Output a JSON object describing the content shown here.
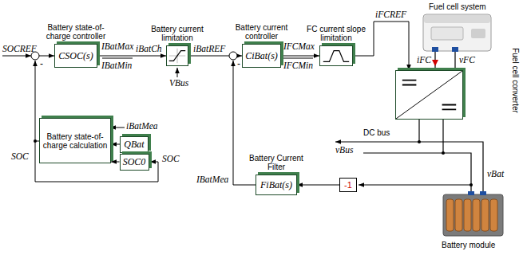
{
  "diagram": {
    "nodes": [
      {
        "text": [
          "Battery state-of-charge controller",
          "CSOC(s)"
        ]
      },
      {
        "text": [
          "Battery current limitation"
        ]
      },
      {
        "text": [
          "Battery current controller",
          "CiBat(s)"
        ]
      },
      {
        "text": [
          "FC current slope limitation"
        ]
      },
      {
        "text": [
          "Fuel cell converter"
        ]
      },
      {
        "text": [
          "Battery Current Filter",
          "FiBat(s)"
        ]
      },
      {
        "text": [
          "-1"
        ]
      },
      {
        "text": [
          "Battery state-of-charge calculation"
        ]
      },
      {
        "text": [
          "QBat"
        ]
      },
      {
        "text": [
          "SOC0"
        ]
      }
    ],
    "edges": [
      {
        "from": 0,
        "to": 1,
        "arrow": "to"
      },
      {
        "from": 1,
        "to": 2,
        "arrow": "to"
      },
      {
        "from": 2,
        "to": 3,
        "arrow": "to"
      },
      {
        "from": 3,
        "to": 4,
        "label": "iFCREF",
        "arrow": "to"
      },
      {
        "from": 6,
        "to": 5,
        "arrow": "to"
      },
      {
        "from": 8,
        "to": 7,
        "arrow": "to"
      },
      {
        "from": 9,
        "to": 7,
        "arrow": "to"
      }
    ],
    "labels": [
      "SOCREF",
      "-",
      "IBatMax",
      "IBatMin",
      "iBatCh",
      "VBus",
      "iBatREF",
      "-",
      "IFCMax",
      "IFCMin",
      "Fuel cell system",
      "iFC",
      "vFC",
      "DC bus",
      "vBus",
      "vBat",
      "Battery module",
      "IBatMea",
      "iBatMea",
      "SOC",
      "SOC"
    ]
  }
}
